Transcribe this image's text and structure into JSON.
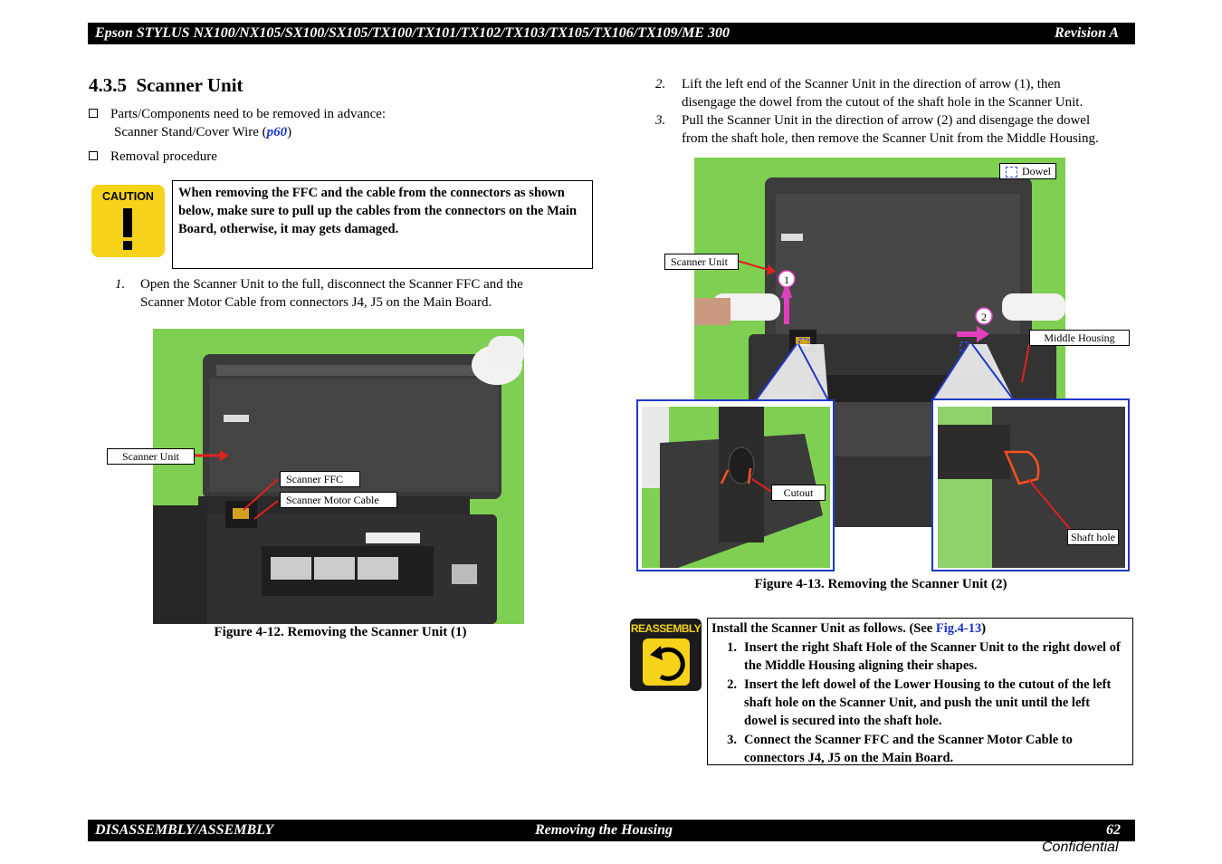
{
  "header": {
    "title": "Epson STYLUS NX100/NX105/SX100/SX105/TX100/TX101/TX102/TX103/TX105/TX106/TX109/ME 300",
    "revision": "Revision A"
  },
  "section": {
    "number": "4.3.5",
    "title": "Scanner Unit"
  },
  "prereq": {
    "line1": "Parts/Components need to be removed in advance:",
    "line2_pre": "Scanner Stand/Cover Wire (",
    "line2_link": "p60",
    "line2_post": ")"
  },
  "procedure_label": "Removal procedure",
  "caution": {
    "badge": "CAUTION",
    "text": "When removing the FFC and the cable from the connectors as shown below, make sure to pull up the cables from the connectors on the Main Board, otherwise, it may gets damaged."
  },
  "step1": {
    "num": "1.",
    "line1": "Open the Scanner Unit to the full, disconnect the Scanner FFC and the",
    "line2": "Scanner Motor Cable from connectors J4, J5 on the Main Board."
  },
  "fig12": {
    "caption": "Figure 4-12.  Removing the Scanner Unit (1)",
    "labels": {
      "scanner_unit": "Scanner Unit",
      "scanner_ffc": "Scanner FFC",
      "motor_cable": "Scanner Motor Cable"
    }
  },
  "step2": {
    "num": "2.",
    "line1": "Lift the left end of the Scanner Unit in the direction of arrow (1), then",
    "line2": "disengage the dowel from the cutout of the shaft hole in the Scanner Unit."
  },
  "step3": {
    "num": "3.",
    "line1": "Pull the Scanner Unit in the direction of arrow (2) and disengage the dowel",
    "line2": "from the shaft hole, then remove the Scanner Unit from the Middle Housing."
  },
  "fig13": {
    "caption": "Figure 4-13.  Removing the Scanner Unit (2)",
    "labels": {
      "dowel": "Dowel",
      "scanner_unit": "Scanner Unit",
      "middle_housing": "Middle Housing",
      "cutout": "Cutout",
      "shaft_hole": "Shaft hole",
      "arrow1": "1",
      "arrow2": "2"
    }
  },
  "reassembly": {
    "badge": "REASSEMBLY",
    "intro_pre": "Install the Scanner Unit as follows. (See ",
    "intro_link": "Fig.4-13",
    "intro_post": ")",
    "steps": [
      {
        "num": "1.",
        "text": "Insert the right Shaft Hole of the Scanner Unit to the right dowel of the Middle Housing aligning their shapes."
      },
      {
        "num": "2.",
        "text": "Insert the left dowel of the Lower Housing to the cutout of the left shaft hole on the Scanner Unit, and push the unit until the left dowel is secured into the shaft hole."
      },
      {
        "num": "3.",
        "text": "Connect the Scanner FFC and the Scanner Motor Cable to connectors J4, J5 on the Main Board."
      }
    ]
  },
  "footer": {
    "left": "DISASSEMBLY/ASSEMBLY",
    "center": "Removing the Housing",
    "page": "62",
    "confidential": "Confidential"
  },
  "colors": {
    "accent_blue": "#1a33cc",
    "arrow_red": "#e02020",
    "arrow_magenta": "#e040c0",
    "caution_yellow": "#f6d21a"
  }
}
